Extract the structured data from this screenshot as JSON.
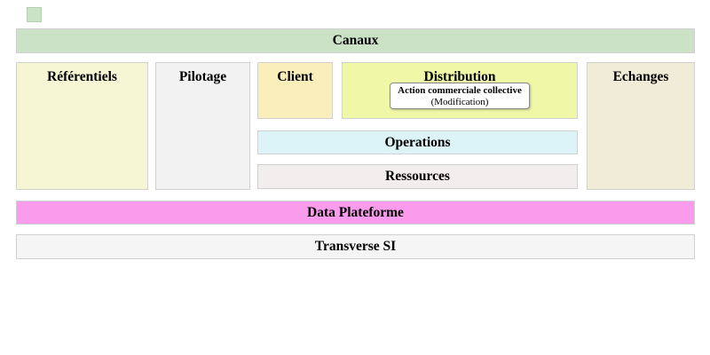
{
  "legend": {
    "swatch_color": "#cbe2c6"
  },
  "diagram": {
    "canaux": {
      "label": "Canaux",
      "color": "#cbe2c6"
    },
    "referentiels": {
      "label": "Référentiels",
      "color": "#f6f6d5"
    },
    "pilotage": {
      "label": "Pilotage",
      "color": "#f2f2f2"
    },
    "client": {
      "label": "Client",
      "color": "#faefba"
    },
    "distribution": {
      "label": "Distribution",
      "color": "#f0f7a6",
      "action_box": {
        "title": "Action commerciale collective",
        "subtitle": "(Modification)"
      }
    },
    "echanges": {
      "label": "Echanges",
      "color": "#f1ecd8"
    },
    "operations": {
      "label": "Operations",
      "color": "#dcf3f8"
    },
    "ressources": {
      "label": "Ressources",
      "color": "#f3eeee"
    },
    "data_plateforme": {
      "label": "Data Plateforme",
      "color": "#fa9bec"
    },
    "transverse_si": {
      "label": "Transverse SI",
      "color": "#f5f5f5"
    }
  }
}
